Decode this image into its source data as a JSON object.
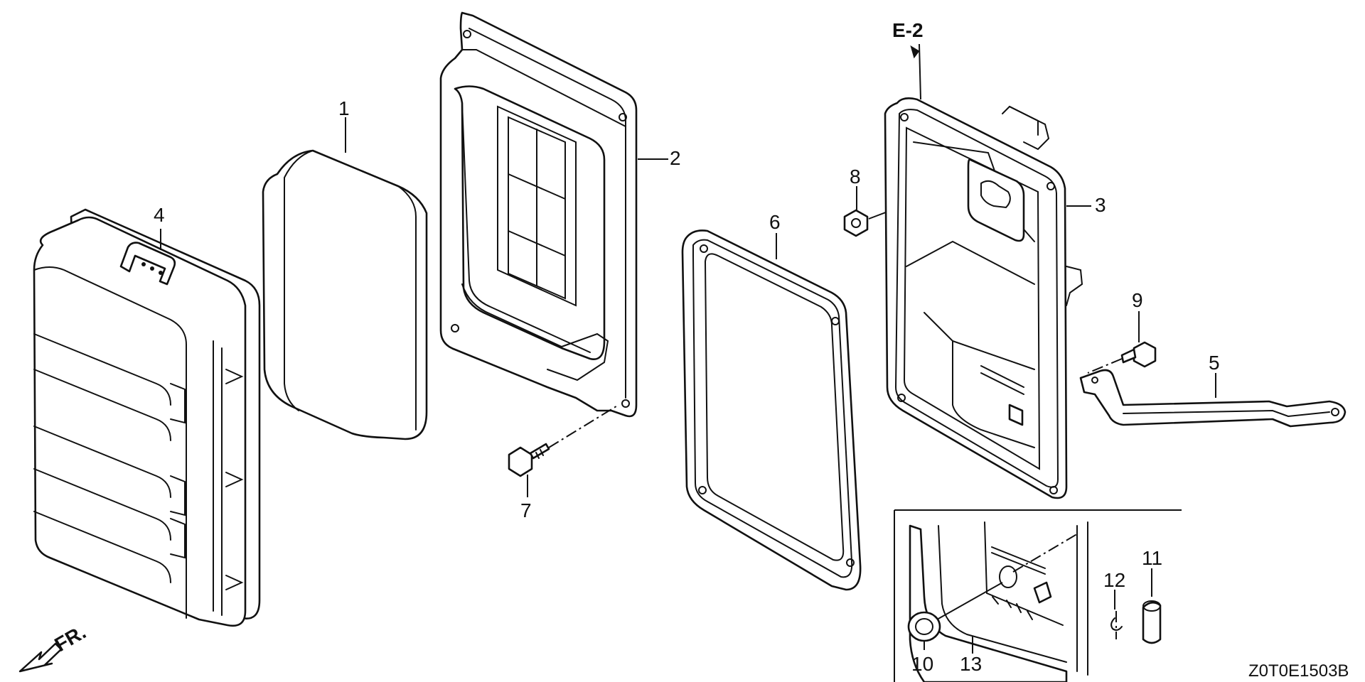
{
  "diagram": {
    "part_numbers": [
      "1",
      "2",
      "3",
      "4",
      "5",
      "6",
      "7",
      "8",
      "9",
      "10",
      "11",
      "12",
      "13"
    ],
    "reference_label": "E-2",
    "front_label": "FR.",
    "drawing_code": "Z0T0E1503B"
  },
  "icons": {
    "front_arrow": "arrow-left-down-icon",
    "ref_arrow": "arrow-up-icon"
  }
}
